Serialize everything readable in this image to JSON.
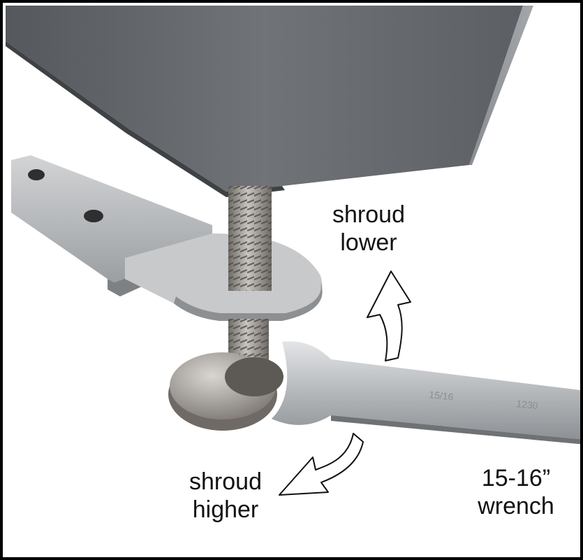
{
  "labels": {
    "shroud_lower": [
      "shroud",
      "lower"
    ],
    "shroud_higher": [
      "shroud",
      "higher"
    ],
    "wrench": [
      "15-16”",
      "wrench"
    ]
  },
  "wrench_markings": {
    "size": "15/16",
    "code": "1230"
  },
  "colors": {
    "shroud": "#6b6e72",
    "steel": "#b9bcbf",
    "border": "#000000",
    "background": "#ffffff"
  }
}
